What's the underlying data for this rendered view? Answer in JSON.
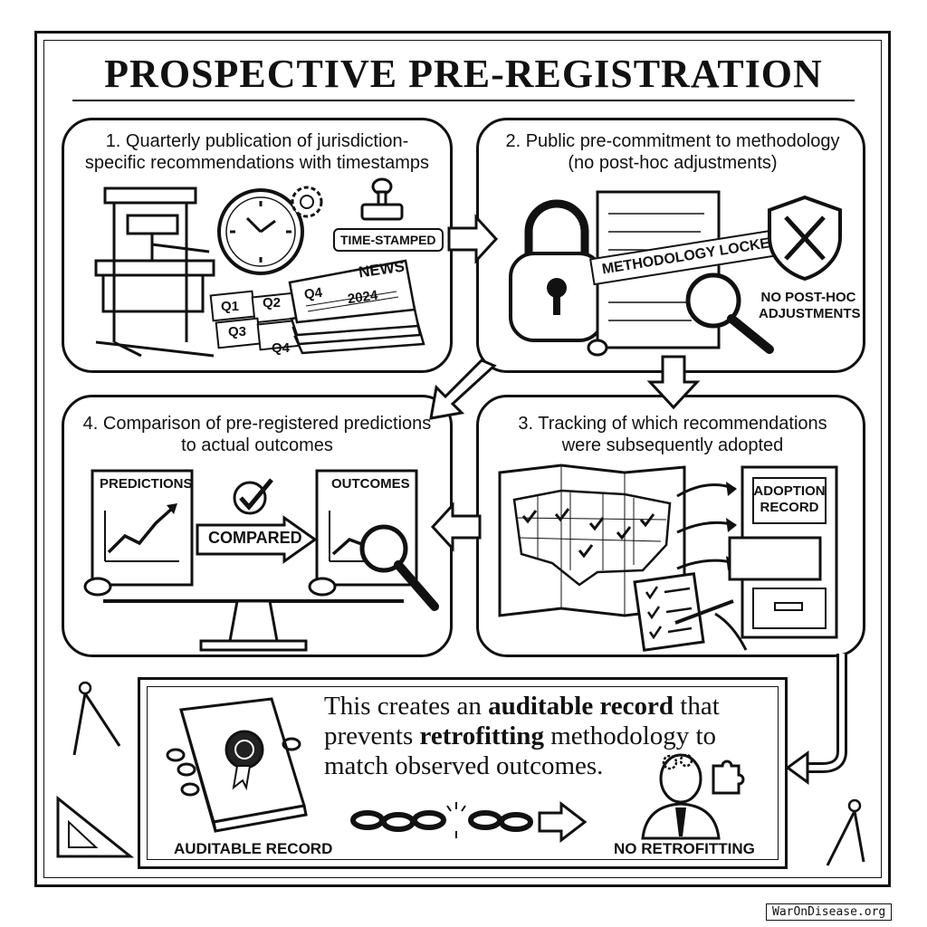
{
  "title": "PROSPECTIVE PRE-REGISTRATION",
  "steps": [
    {
      "title": "1. Quarterly publication of jurisdiction-specific recommendations with timestamps"
    },
    {
      "title": "2. Public pre-commitment to methodology (no post-hoc adjustments)"
    },
    {
      "title": "3. Tracking of which recommendations were subsequently adopted"
    },
    {
      "title": "4. Comparison of pre-registered predictions to actual outcomes"
    }
  ],
  "step1": {
    "stamp_label": "TIME-STAMPED",
    "newspaper_label": "NEWS",
    "quarters": [
      "Q1",
      "Q2",
      "Q3",
      "Q4"
    ],
    "paper_quarter": "Q4",
    "paper_year": "2024"
  },
  "step2": {
    "banner_label": "METHODOLOGY LOCKED",
    "shield_caption": "NO POST-HOC ADJUSTMENTS"
  },
  "step3": {
    "cabinet_label": "ADOPTION RECORD"
  },
  "step4": {
    "predictions_label": "PREDICTIONS",
    "compared_label": "COMPARED",
    "outcomes_label": "OUTCOMES"
  },
  "summary": {
    "text_part1": "This creates an ",
    "text_bold1": "auditable record",
    "text_part2": " that prevents ",
    "text_bold2": "retrofitting",
    "text_part3": " methodology to match observed outcomes.",
    "left_caption": "AUDITABLE RECORD",
    "right_caption": "NO RETROFITTING"
  },
  "footer": "WarOnDisease.org"
}
